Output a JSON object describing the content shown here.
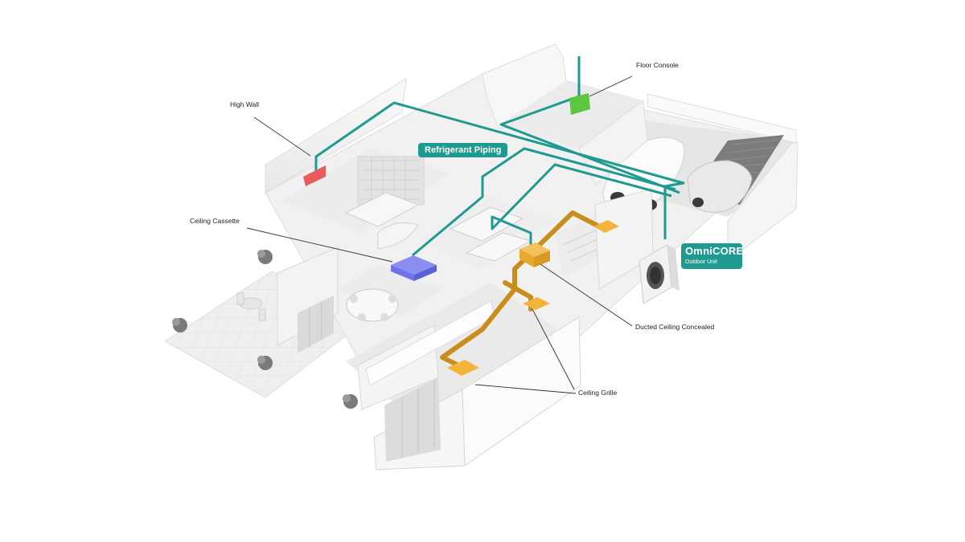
{
  "labels": {
    "floor_console": "Floor Console",
    "high_wall": "High Wall",
    "refrigerant_piping": "Refrigerant Piping",
    "ceiling_cassette": "Ceiling Cassette",
    "omnicore_brand": "OmniCORE",
    "outdoor_unit": "Outdoor Unit",
    "ducted_ceiling_concealed": "Ducted Ceiling Concealed",
    "ceiling_grille": "Ceiling Grille"
  },
  "colors": {
    "piping": "#1f9a90",
    "duct": "#c98d1c",
    "grille": "#f2b43a",
    "high_wall": "#e85c5c",
    "floor_console": "#5cc640",
    "cassette": "#6f72e8"
  }
}
